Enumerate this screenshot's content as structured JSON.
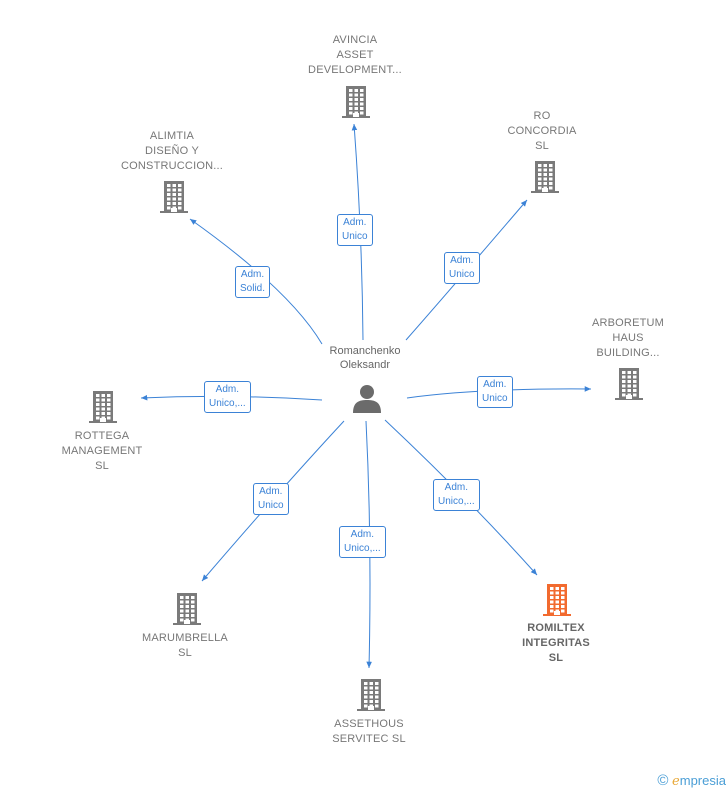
{
  "center": {
    "lines": [
      "Romanchenko",
      "Oleksandr"
    ]
  },
  "nodes": [
    {
      "id": "avincia",
      "lines": [
        "AVINCIA",
        "ASSET",
        "DEVELOPMENT..."
      ],
      "highlight": false
    },
    {
      "id": "ro",
      "lines": [
        "RO",
        "CONCORDIA",
        "SL"
      ],
      "highlight": false
    },
    {
      "id": "alimtia",
      "lines": [
        "ALIMTIA",
        "DISEÑO Y",
        "CONSTRUCCION..."
      ],
      "highlight": false
    },
    {
      "id": "arboretum",
      "lines": [
        "ARBORETUM",
        "HAUS",
        "BUILDING..."
      ],
      "highlight": false
    },
    {
      "id": "rottega",
      "lines": [
        "ROTTEGA",
        "MANAGEMENT",
        "SL"
      ],
      "highlight": false
    },
    {
      "id": "marumbrella",
      "lines": [
        "MARUMBRELLA",
        "SL"
      ],
      "highlight": false
    },
    {
      "id": "romiltex",
      "lines": [
        "ROMILTEX",
        "INTEGRITAS",
        "SL"
      ],
      "highlight": true
    },
    {
      "id": "assethous",
      "lines": [
        "ASSETHOUS",
        "SERVITEC  SL"
      ],
      "highlight": false
    }
  ],
  "edges": [
    {
      "to": "avincia",
      "lines": [
        "Adm.",
        "Unico"
      ]
    },
    {
      "to": "ro",
      "lines": [
        "Adm.",
        "Unico"
      ]
    },
    {
      "to": "alimtia",
      "lines": [
        "Adm.",
        "Solid."
      ]
    },
    {
      "to": "arboretum",
      "lines": [
        "Adm.",
        "Unico"
      ]
    },
    {
      "to": "rottega",
      "lines": [
        "Adm.",
        "Unico,..."
      ]
    },
    {
      "to": "marumbrella",
      "lines": [
        "Adm.",
        "Unico"
      ]
    },
    {
      "to": "romiltex",
      "lines": [
        "Adm.",
        "Unico,..."
      ]
    },
    {
      "to": "assethous",
      "lines": [
        "Adm.",
        "Unico,..."
      ]
    }
  ],
  "colors": {
    "edge": "#3b82d6",
    "building": "#7a7a7a",
    "highlight": "#f26a2e",
    "person": "#6b6b6b"
  },
  "icons": {
    "company": "building-icon",
    "person": "person-icon"
  },
  "brand": {
    "copyright": "©",
    "initial": "e",
    "name": "mpresia"
  }
}
